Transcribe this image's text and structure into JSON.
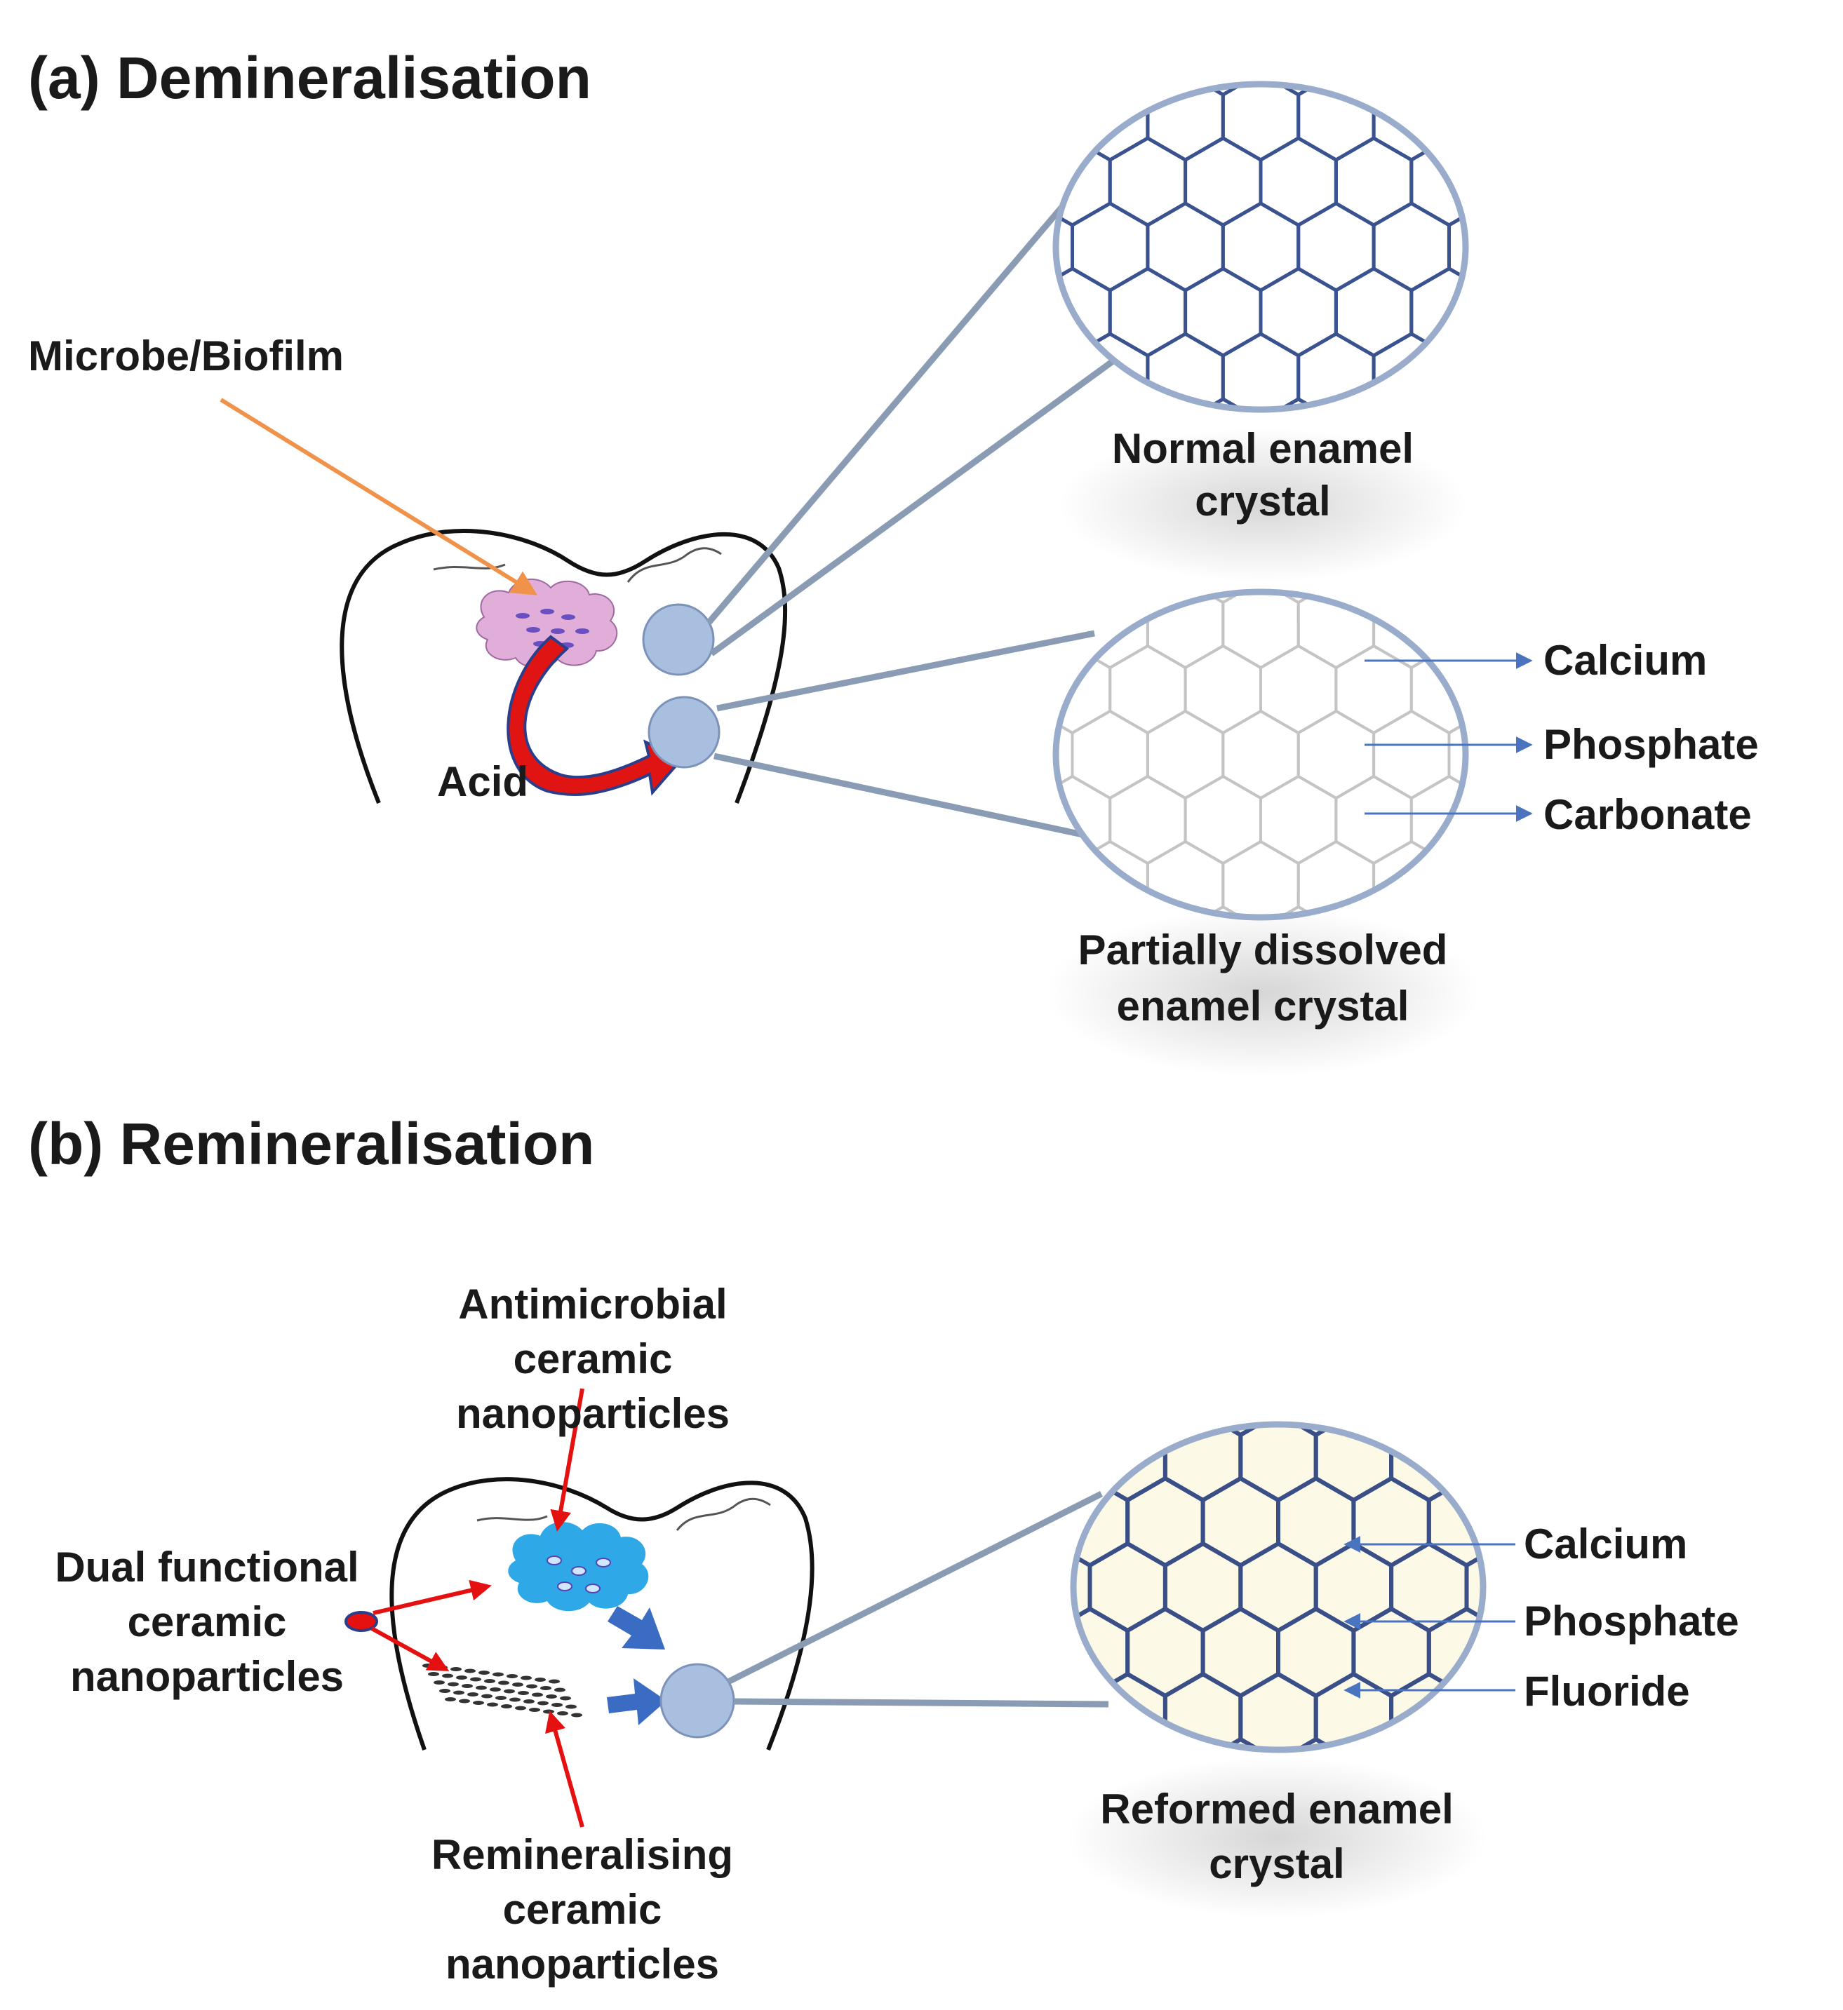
{
  "panel_a": {
    "title": "(a) Demineralisation",
    "microbe_label": "Microbe/Biofilm",
    "acid_label": "Acid",
    "normal_crystal_label": [
      "Normal enamel",
      "crystal"
    ],
    "dissolved_crystal_label": [
      "Partially  dissolved",
      "enamel  crystal"
    ],
    "released_ions": [
      "Calcium",
      "Phosphate",
      "Carbonate"
    ]
  },
  "panel_b": {
    "title": "(b) Remineralisation",
    "antimicrobial_label": [
      "Antimicrobial",
      "ceramic",
      "nanoparticles"
    ],
    "dual_functional_label": [
      "Dual functional",
      "ceramic",
      "nanoparticles"
    ],
    "remineralising_label": [
      "Remineralising",
      "ceramic",
      "nanoparticles"
    ],
    "reformed_crystal_label": [
      "Reformed  enamel",
      "crystal"
    ],
    "incorporated_ions": [
      "Calcium",
      "Phosphate",
      "Fluoride"
    ]
  },
  "colors": {
    "hex_normal": "#3a5290",
    "hex_dissolved": "#c4c4c4",
    "hex_reformed": "#3a4f88",
    "reformed_fill": "#fcfae6",
    "connector": "#8a9cb4",
    "spot": "#a9bfe0",
    "acid_arrow": "#e11414",
    "microbe_arrow": "#f0924a",
    "pointer_red": "#e51010",
    "ion_arrow": "#4a74c0",
    "biofilm": "#e0aed8",
    "nanoparticle_cluster": "#2fa8e8",
    "flow_arrow": "#3b6cc4"
  }
}
